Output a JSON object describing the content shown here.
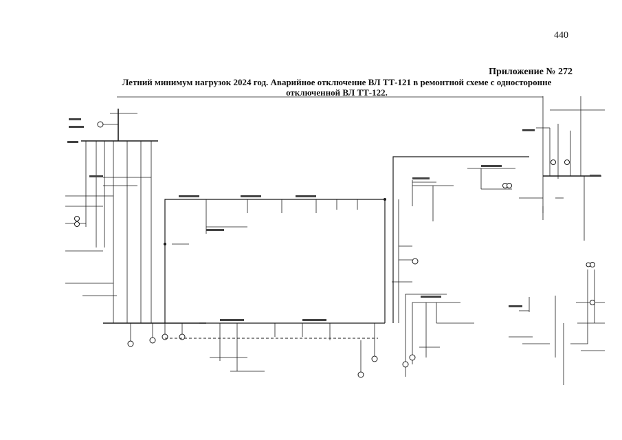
{
  "document": {
    "page_number": "440",
    "appendix": "Приложение № 272",
    "title_line_1": "Летний минимум нагрузок 2024 год. Аварийное отключение ВЛ ТТ-121 в ремонтной схеме с односторонне",
    "title_line_2": "отключенной ВЛ ТТ-122."
  }
}
